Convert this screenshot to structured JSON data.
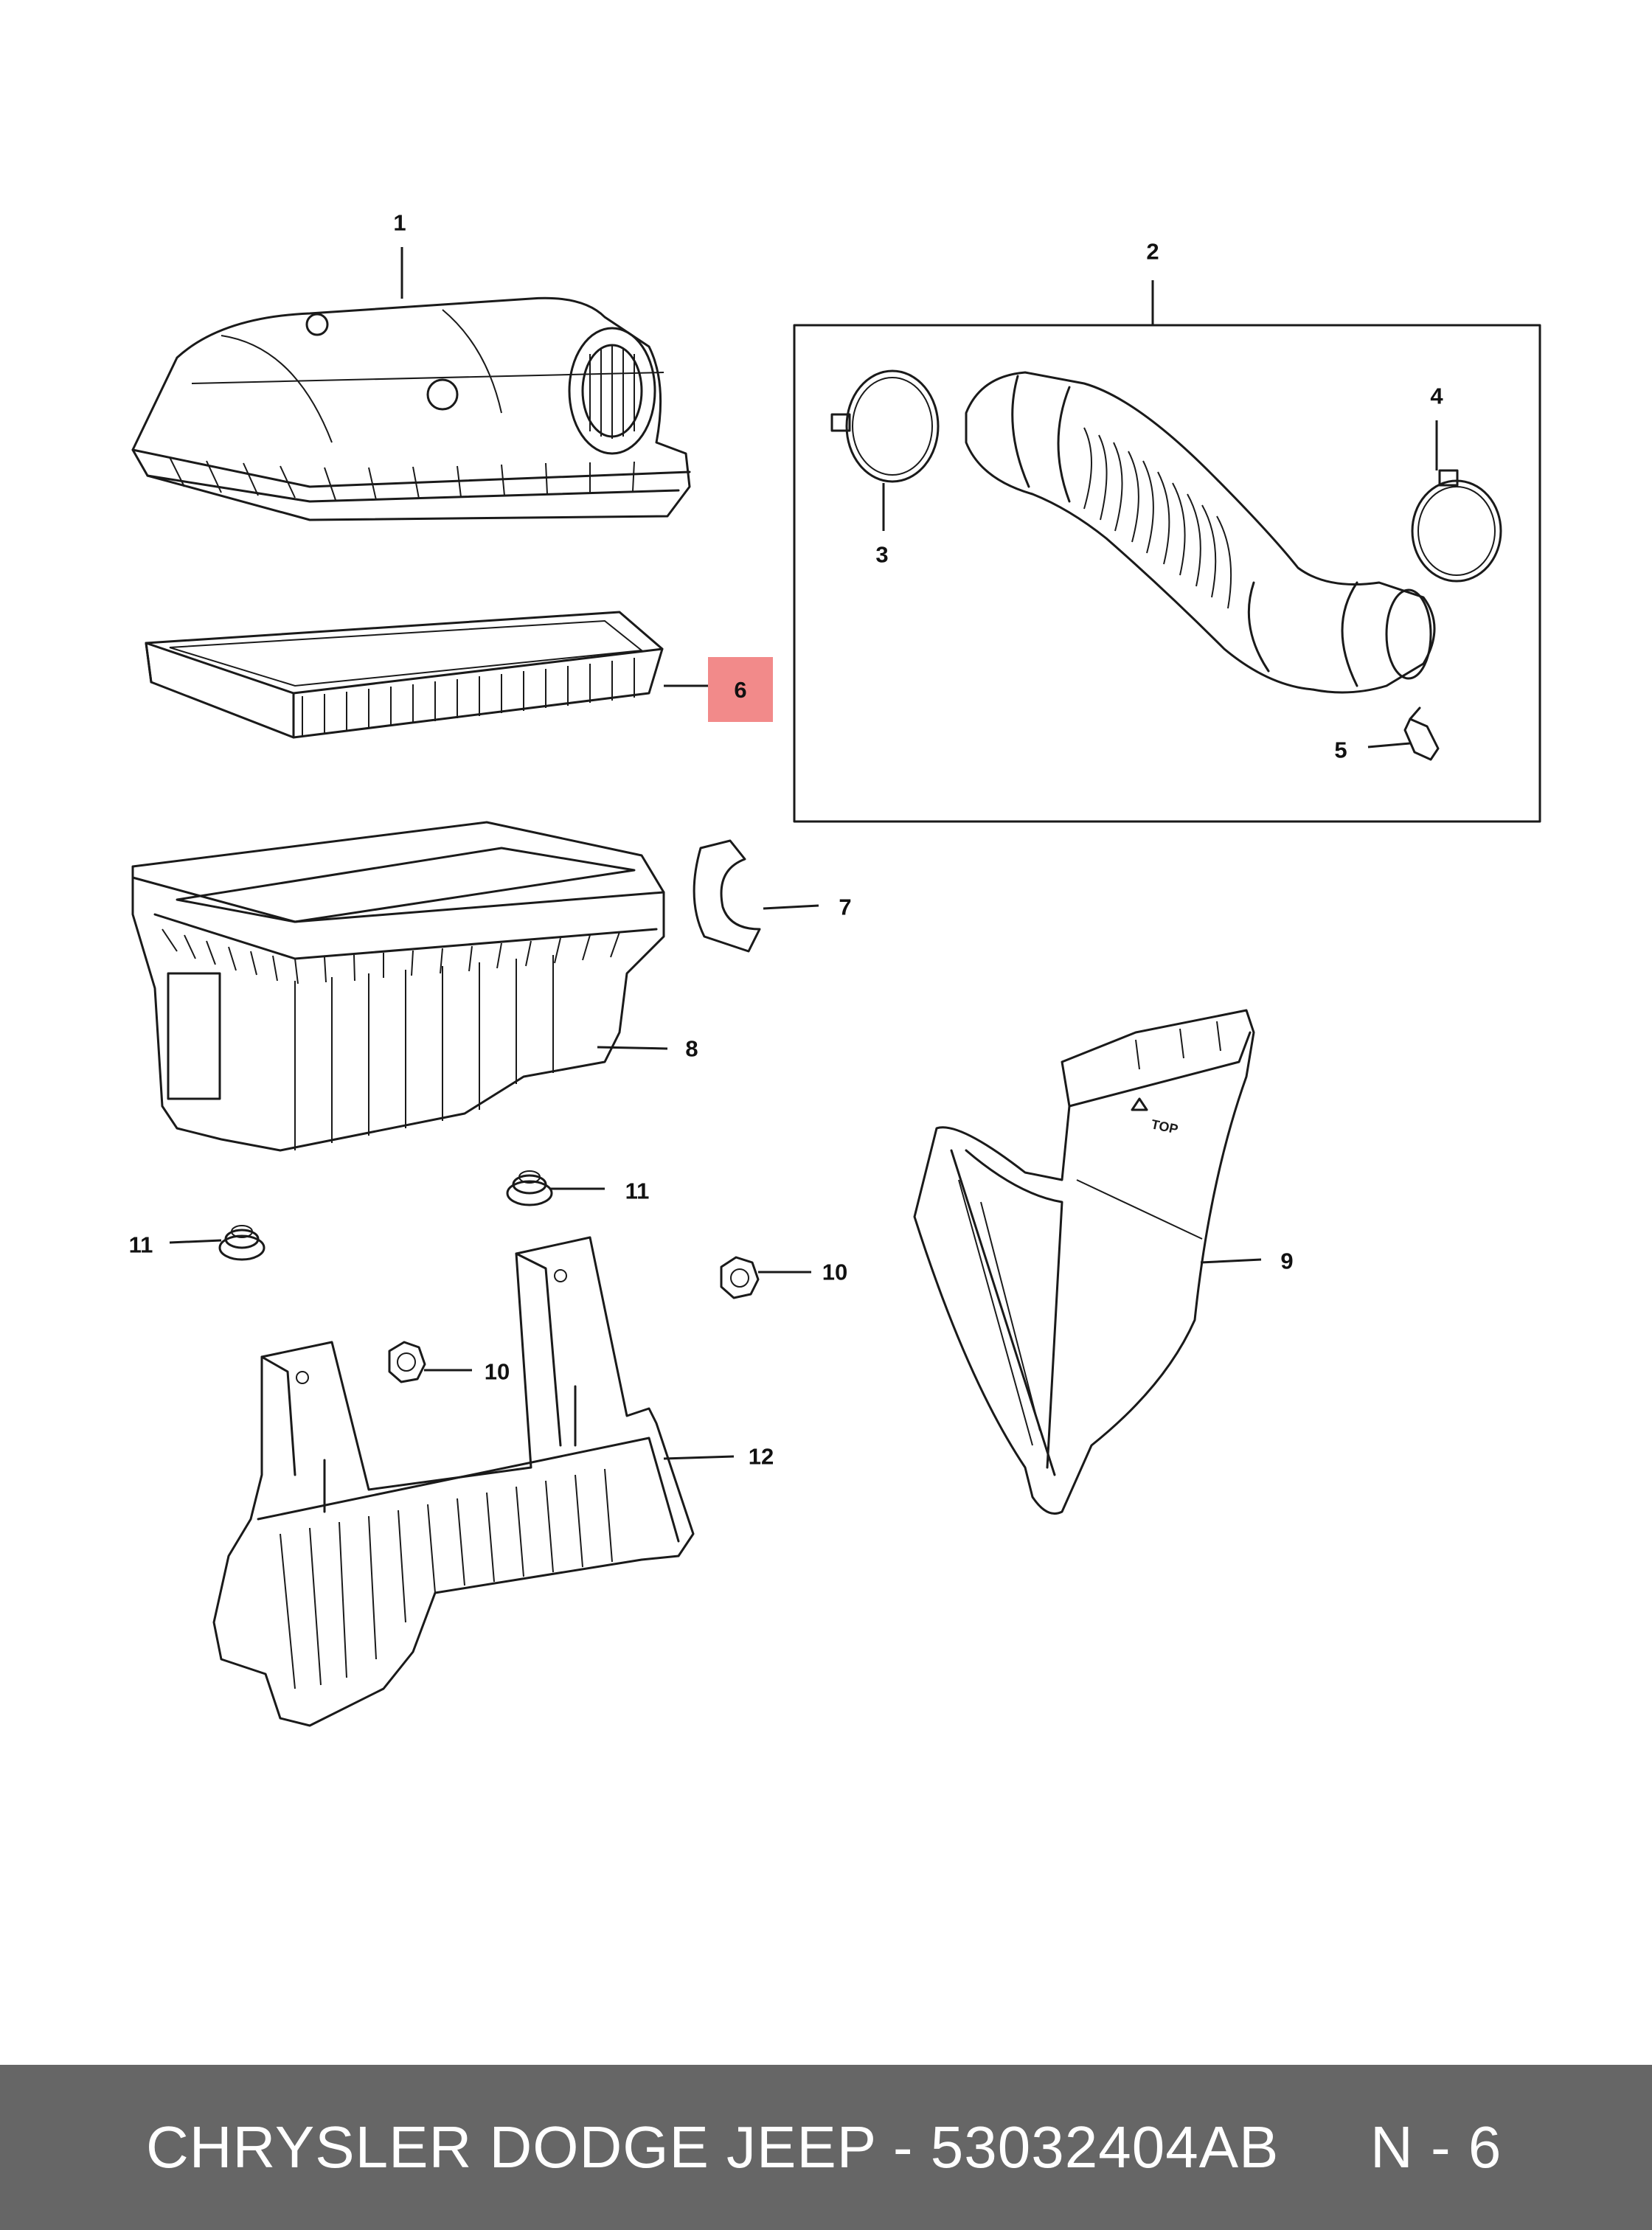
{
  "callouts": [
    {
      "id": "1",
      "label": "1"
    },
    {
      "id": "2",
      "label": "2"
    },
    {
      "id": "3",
      "label": "3"
    },
    {
      "id": "4",
      "label": "4"
    },
    {
      "id": "5",
      "label": "5"
    },
    {
      "id": "6",
      "label": "6",
      "highlighted": true
    },
    {
      "id": "7",
      "label": "7"
    },
    {
      "id": "8",
      "label": "8"
    },
    {
      "id": "9",
      "label": "9"
    },
    {
      "id": "10a",
      "label": "10"
    },
    {
      "id": "10b",
      "label": "10"
    },
    {
      "id": "11a",
      "label": "11"
    },
    {
      "id": "11b",
      "label": "11"
    },
    {
      "id": "12",
      "label": "12"
    }
  ],
  "diagram_text": {
    "top_marking": "TOP"
  },
  "footer": {
    "brand_part": "CHRYSLER DODGE JEEP - 53032404AB",
    "code": "N - 6"
  },
  "colors": {
    "highlight": "#f28a8a",
    "footer_bg": "#666666",
    "line": "#1a1a1a"
  }
}
